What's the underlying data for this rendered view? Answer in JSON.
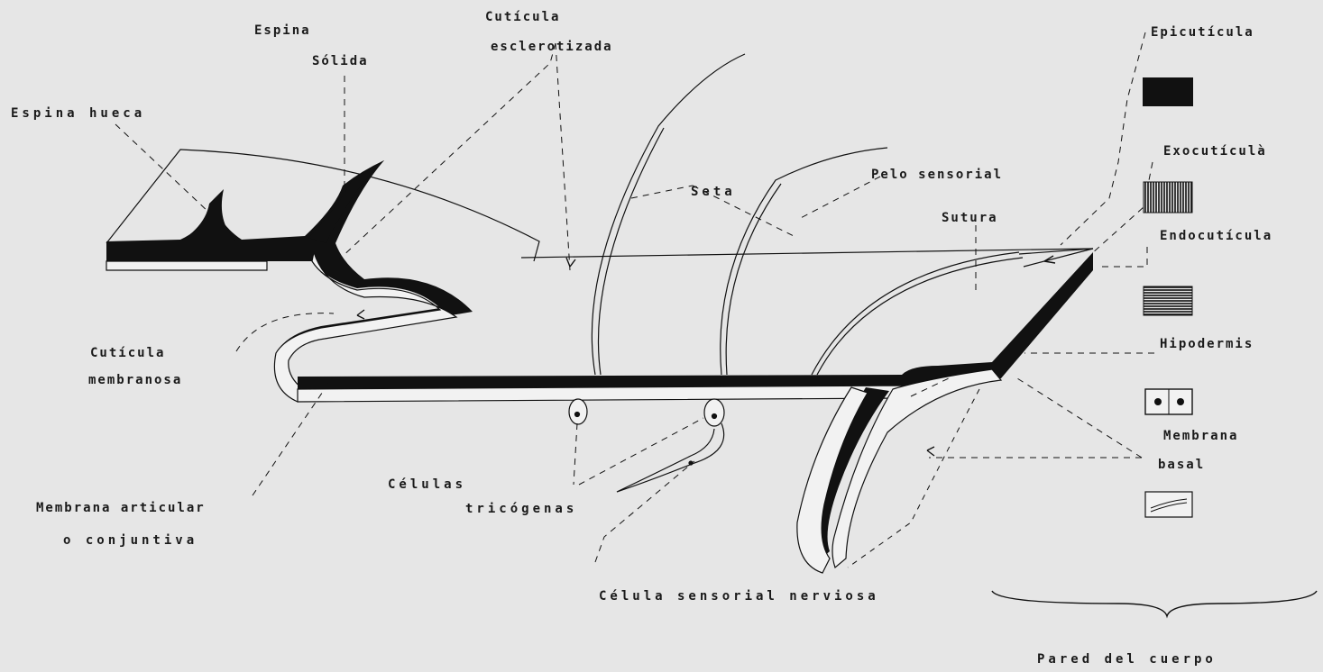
{
  "labels": {
    "espina_solida_1": "Espina",
    "espina_solida_2": "Sólida",
    "espina_hueca": "Espina hueca",
    "cuticula_esclerotizada_1": "Cutícula",
    "cuticula_esclerotizada_2": "esclerotizada",
    "pelo_sensorial": "Pelo sensorial",
    "seta": "Seta",
    "sutura": "Sutura",
    "cuticula_membranosa_1": "Cutícula",
    "cuticula_membranosa_2": "membranosa",
    "membrana_articular_1": "Membrana articular",
    "membrana_articular_2": "o conjuntiva",
    "celulas_tricogenas_1": "Células",
    "celulas_tricogenas_2": "tricógenas",
    "celula_sensorial": "Célula sensorial nerviosa",
    "pared_del_cuerpo": "Pared del cuerpo"
  },
  "legend": [
    {
      "label": "Epicutícula",
      "swatch": "solid"
    },
    {
      "label": "Exocutículà",
      "swatch": "vertical-hatch"
    },
    {
      "label": "Endocutícula",
      "swatch": "horizontal-hatch"
    },
    {
      "label": "Hipodermis",
      "swatch": "cells"
    },
    {
      "label": "Membrana",
      "swatch": "none"
    },
    {
      "label": "basal",
      "swatch": "membrane"
    }
  ],
  "colors": {
    "ink": "#111111",
    "paper": "#e6e6e6",
    "cell": "#f2f2f2"
  }
}
